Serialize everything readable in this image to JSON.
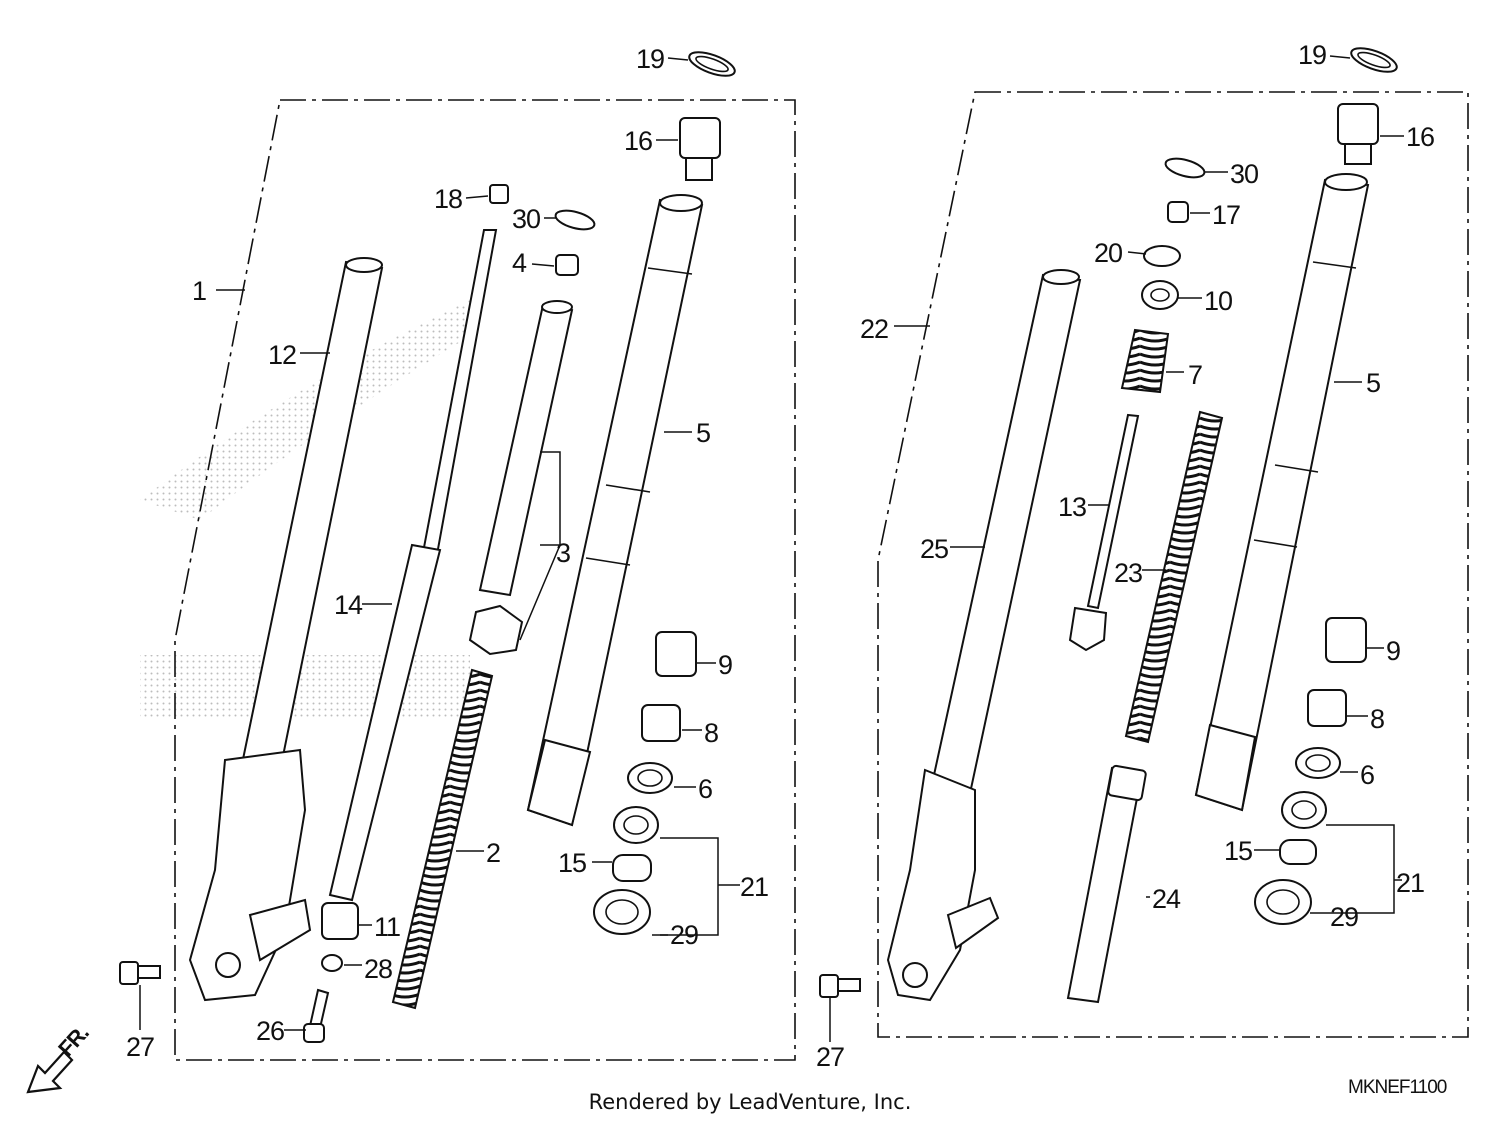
{
  "diagram": {
    "left_assembly": {
      "assembly_label": "1",
      "callouts": [
        "19",
        "16",
        "18",
        "30",
        "4",
        "12",
        "5",
        "3",
        "14",
        "9",
        "8",
        "6",
        "2",
        "15",
        "21",
        "29",
        "11",
        "28",
        "27",
        "26"
      ]
    },
    "right_assembly": {
      "assembly_label": "22",
      "callouts": [
        "19",
        "16",
        "30",
        "17",
        "20",
        "10",
        "7",
        "5",
        "13",
        "25",
        "23",
        "9",
        "8",
        "6",
        "15",
        "21",
        "29",
        "24",
        "27"
      ]
    },
    "direction_marker": "FR.",
    "diagram_code": "MKNEF1100",
    "credit": "Rendered by LeadVenture, Inc."
  },
  "icons": {
    "direction_arrow": "front-direction-arrow-icon",
    "watermark": "stippled-logo-watermark"
  }
}
